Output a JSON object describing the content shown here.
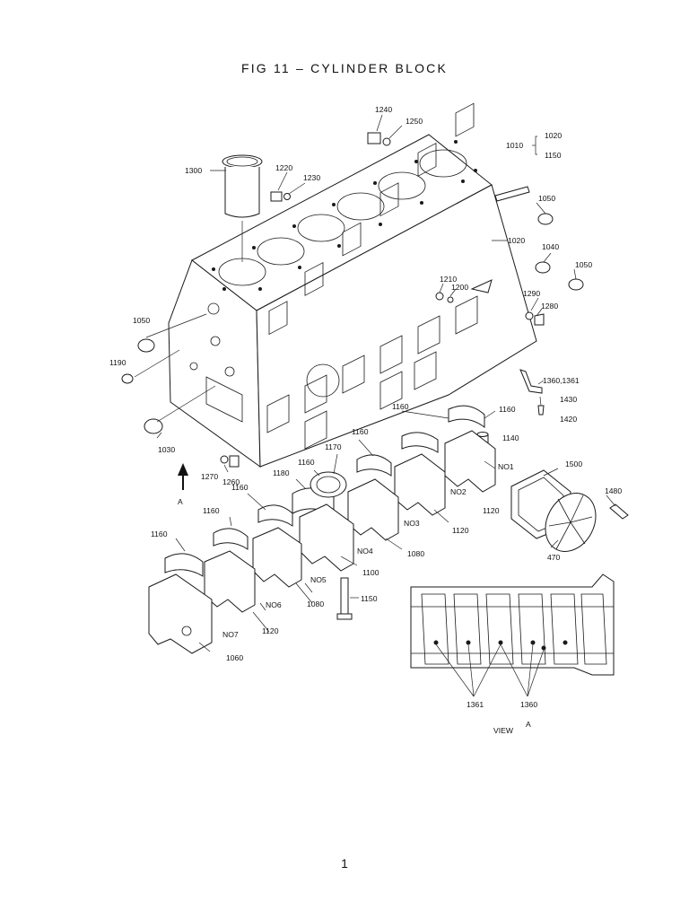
{
  "figure": {
    "title": "FIG 11 – CYLINDER BLOCK",
    "page_number": "1",
    "view_caption": "VIEW",
    "view_letter": "A",
    "arrow_letter": "A",
    "callouts": {
      "c1240": "1240",
      "c1250": "1250",
      "c1010": "1010",
      "c1020a": "1020",
      "c1150a": "1150",
      "c1300": "1300",
      "c1220": "1220",
      "c1230": "1230",
      "c1050a": "1050",
      "c1020b": "1020",
      "c1040": "1040",
      "c1050b": "1050",
      "c1210": "1210",
      "c1200": "1200",
      "c1290": "1290",
      "c1280": "1280",
      "c1050c": "1050",
      "c1190": "1190",
      "c1030": "1030",
      "c1360_1361": "1360,1361",
      "c1430": "1430",
      "c1420": "1420",
      "c1160a": "1160",
      "c1160b": "1160",
      "c1140": "1140",
      "c1170": "1170",
      "c1160c": "1160",
      "c1160d": "1160",
      "c1180": "1180",
      "c1160e": "1160",
      "c1160f": "1160",
      "c1160g": "1160",
      "c1270": "1270",
      "c1260": "1260",
      "no1": "NO1",
      "no2": "NO2",
      "no3": "NO3",
      "no4": "NO4",
      "no5": "NO5",
      "no6": "NO6",
      "no7": "NO7",
      "c1120a": "1120",
      "c1120b": "1120",
      "c1120c": "1120",
      "c1080a": "1080",
      "c1080b": "1080",
      "c1100": "1100",
      "c1150b": "1150",
      "c1060": "1060",
      "c1500": "1500",
      "c1480": "1480",
      "c470": "470",
      "c1361": "1361",
      "c1360": "1360"
    }
  }
}
